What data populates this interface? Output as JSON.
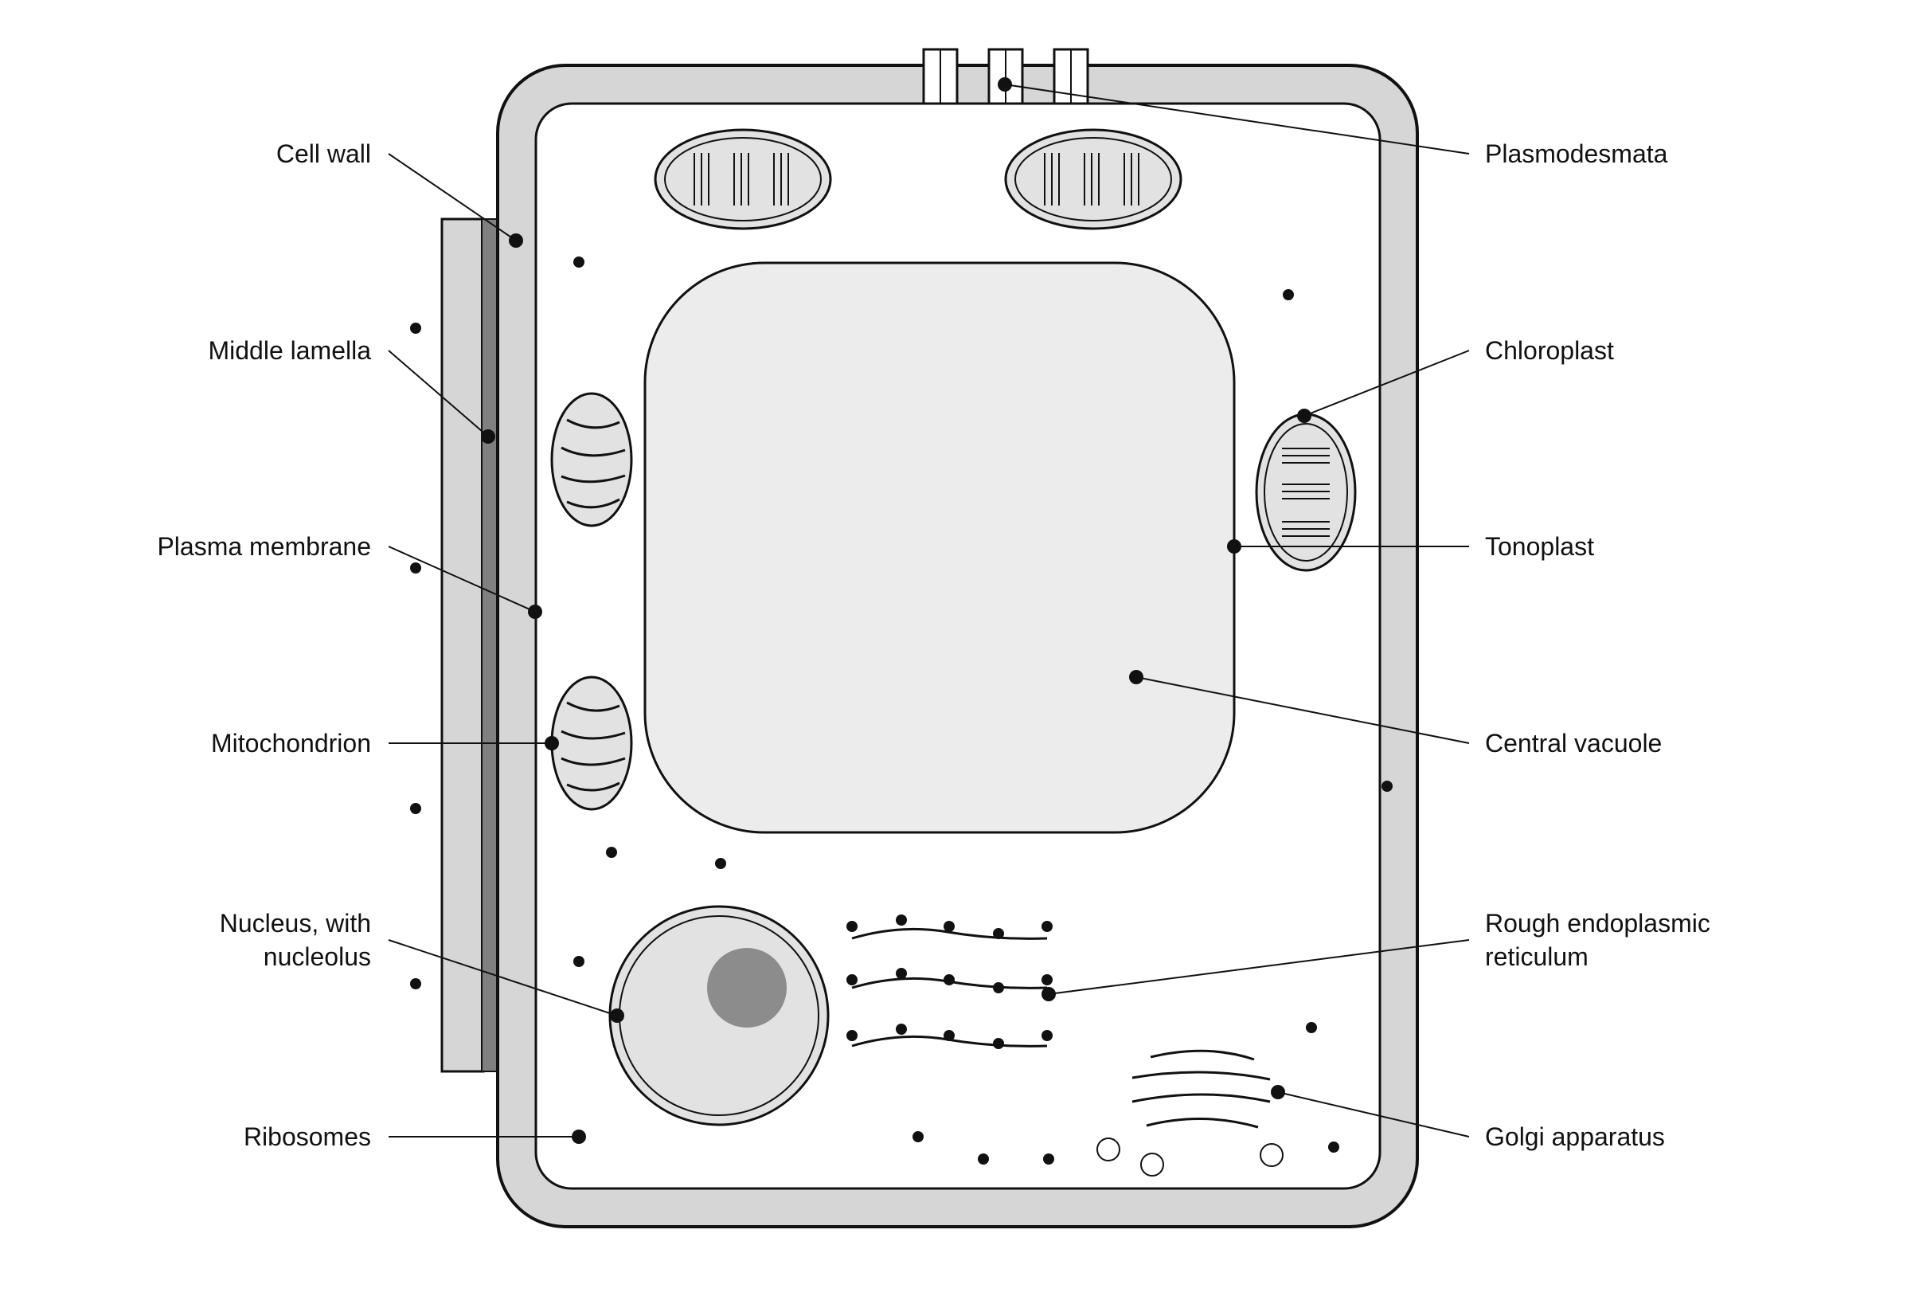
{
  "labels": {
    "cell_wall": "Cell wall",
    "middle_lamella": "Middle lamella",
    "plasma_membrane": "Plasma membrane",
    "mitochondrion": "Mitochondrion",
    "nucleus_line1": "Nucleus, with",
    "nucleus_line2": "nucleolus",
    "ribosomes": "Ribosomes",
    "plasmodesmata": "Plasmodesmata",
    "chloroplast": "Chloroplast",
    "tonoplast": "Tonoplast",
    "central_vacuole": "Central vacuole",
    "rough_er_line1": "Rough endoplasmic",
    "rough_er_line2": "reticulum",
    "golgi": "Golgi apparatus"
  },
  "colors": {
    "cell_wall_fill": "#d6d6d6",
    "middle_lamella_fill": "#808080",
    "vacuole_fill": "#ececec",
    "organelle_fill": "#e2e2e2",
    "nucleolus_fill": "#8c8c8c",
    "line": "#111111",
    "background": "#ffffff"
  }
}
